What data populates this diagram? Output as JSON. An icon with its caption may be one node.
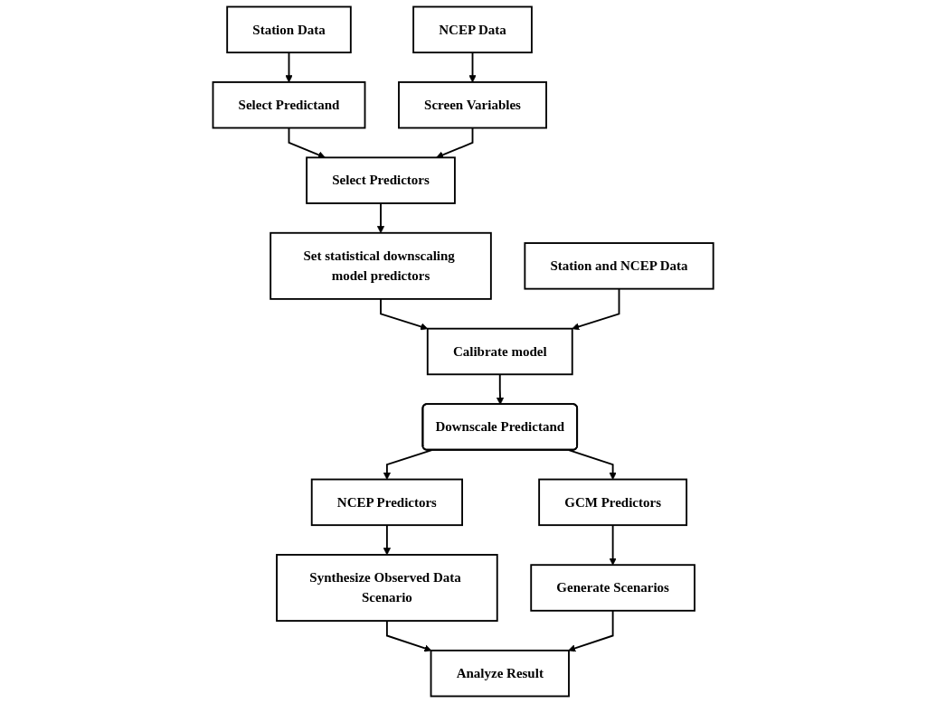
{
  "diagram": {
    "nodes": [
      {
        "text": [
          "Select Predictand"
        ]
      },
      {
        "text": [
          "Station Data"
        ]
      },
      {
        "text": [
          "Select Predictors"
        ]
      },
      {
        "text": [
          "Screen Variables"
        ]
      },
      {
        "text": [
          "Set statistical downscaling model predictors"
        ]
      },
      {
        "text": [
          "NCEP Data"
        ]
      },
      {
        "text": [
          "Calibrate model"
        ]
      },
      {
        "text": [
          "Station and NCEP Data"
        ]
      },
      {
        "text": [
          "Downscale Predictand"
        ]
      },
      {
        "text": [
          "NCEP Predictors"
        ]
      },
      {
        "text": [
          "GCM Predictors"
        ]
      },
      {
        "text": [
          "Synthesize Observed Data Scenario"
        ]
      },
      {
        "text": [
          "Generate Scenarios"
        ]
      },
      {
        "text": [
          "Analyze Result"
        ]
      }
    ],
    "edges": [
      {
        "from": 1,
        "to": 0,
        "arrow": "to"
      },
      {
        "from": 0,
        "to": 2,
        "arrow": "to"
      },
      {
        "from": 3,
        "to": 2,
        "arrow": "to"
      },
      {
        "from": 5,
        "to": 3,
        "arrow": "to"
      },
      {
        "from": 2,
        "to": 4,
        "arrow": "to"
      },
      {
        "from": 4,
        "to": 6,
        "arrow": "to"
      },
      {
        "from": 7,
        "to": 6,
        "arrow": "to"
      },
      {
        "from": 6,
        "to": 8,
        "arrow": "to"
      },
      {
        "from": 8,
        "to": 9,
        "arrow": "to"
      },
      {
        "from": 8,
        "to": 10,
        "arrow": "to"
      },
      {
        "from": 9,
        "to": 11,
        "arrow": "to"
      },
      {
        "from": 10,
        "to": 12,
        "arrow": "to"
      },
      {
        "from": 11,
        "to": 13,
        "arrow": "to"
      },
      {
        "from": 12,
        "to": 13,
        "arrow": "to"
      }
    ]
  }
}
